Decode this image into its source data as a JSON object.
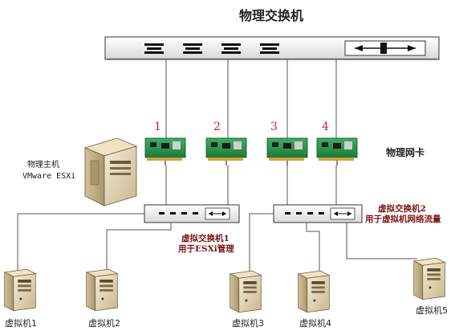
{
  "title": "物理交换机",
  "nics": {
    "numbers": [
      "1",
      "2",
      "3",
      "4"
    ],
    "label": "物理网卡"
  },
  "host": {
    "line1": "物理主机",
    "line2": "VMware ESXi"
  },
  "vswitch1": {
    "line1": "虚拟交换机1",
    "line2": "用于ESXi管理"
  },
  "vswitch2": {
    "line1": "虚拟交换机2",
    "line2": "用于虚拟机网络流量"
  },
  "vms": [
    "虚拟机1",
    "虚拟机2",
    "虚拟机3",
    "虚拟机4",
    "虚拟机5"
  ],
  "colors": {
    "line": "#555555",
    "nic_board": "#2f9b4f",
    "server_body": "#e8dcc0",
    "nic_number": "#d11a1a",
    "vswitch_label": "#7a1414"
  }
}
